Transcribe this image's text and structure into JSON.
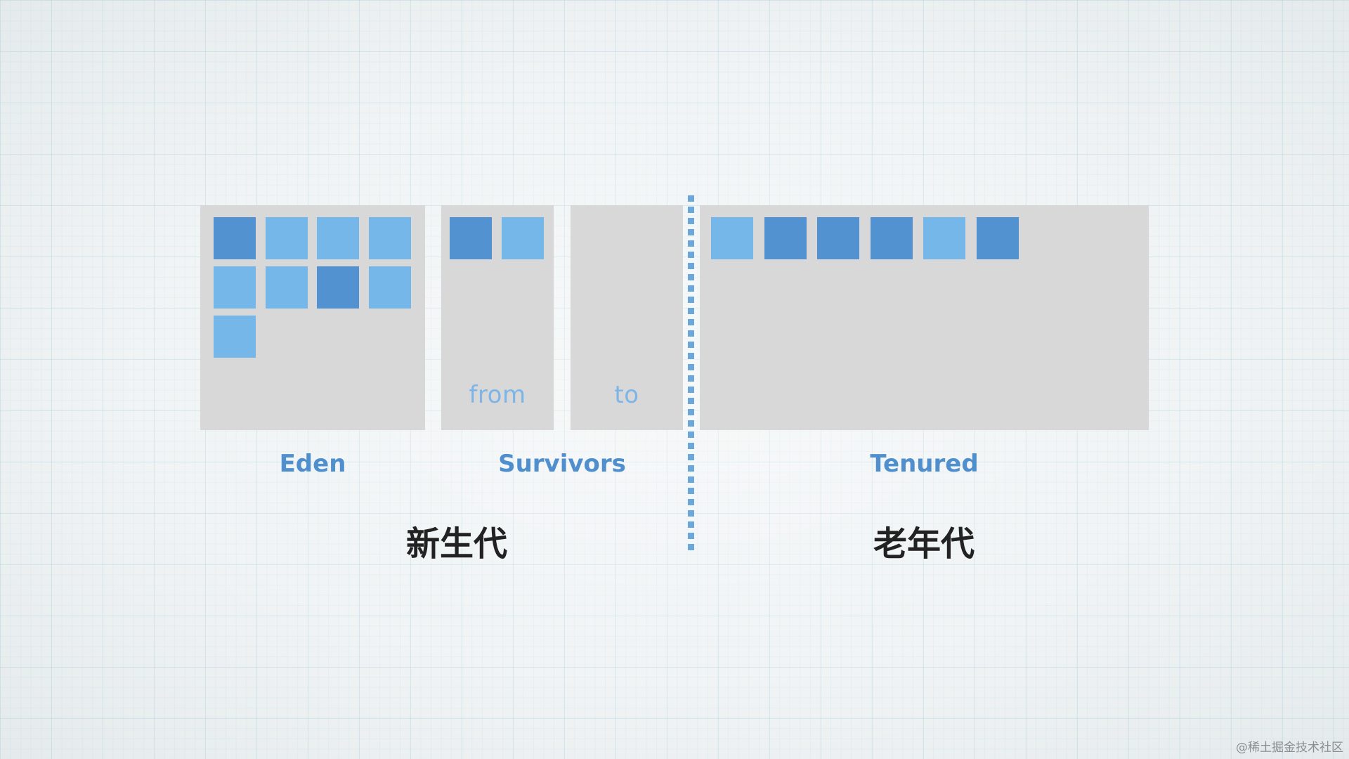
{
  "colors": {
    "dark_block": "#5392d0",
    "light_block": "#74b7e8",
    "region_label": "#4f8fcd",
    "inner_label": "#7cb5e6",
    "divider": "#6ba7d8",
    "region_fill": "#d9d8d9"
  },
  "regions": {
    "eden": {
      "label": "Eden",
      "blocks": [
        "dark",
        "light",
        "light",
        "light",
        "light",
        "light",
        "dark",
        "light",
        "light"
      ]
    },
    "survivor_from": {
      "label": "from",
      "blocks": [
        "dark",
        "light"
      ]
    },
    "survivor_to": {
      "label": "to",
      "blocks": []
    },
    "survivors_label": "Survivors",
    "tenured": {
      "label": "Tenured",
      "blocks": [
        "light",
        "dark",
        "dark",
        "dark",
        "light",
        "dark"
      ]
    }
  },
  "generations": {
    "young": "新生代",
    "old": "老年代"
  },
  "watermark": "@稀土掘金技术社区"
}
